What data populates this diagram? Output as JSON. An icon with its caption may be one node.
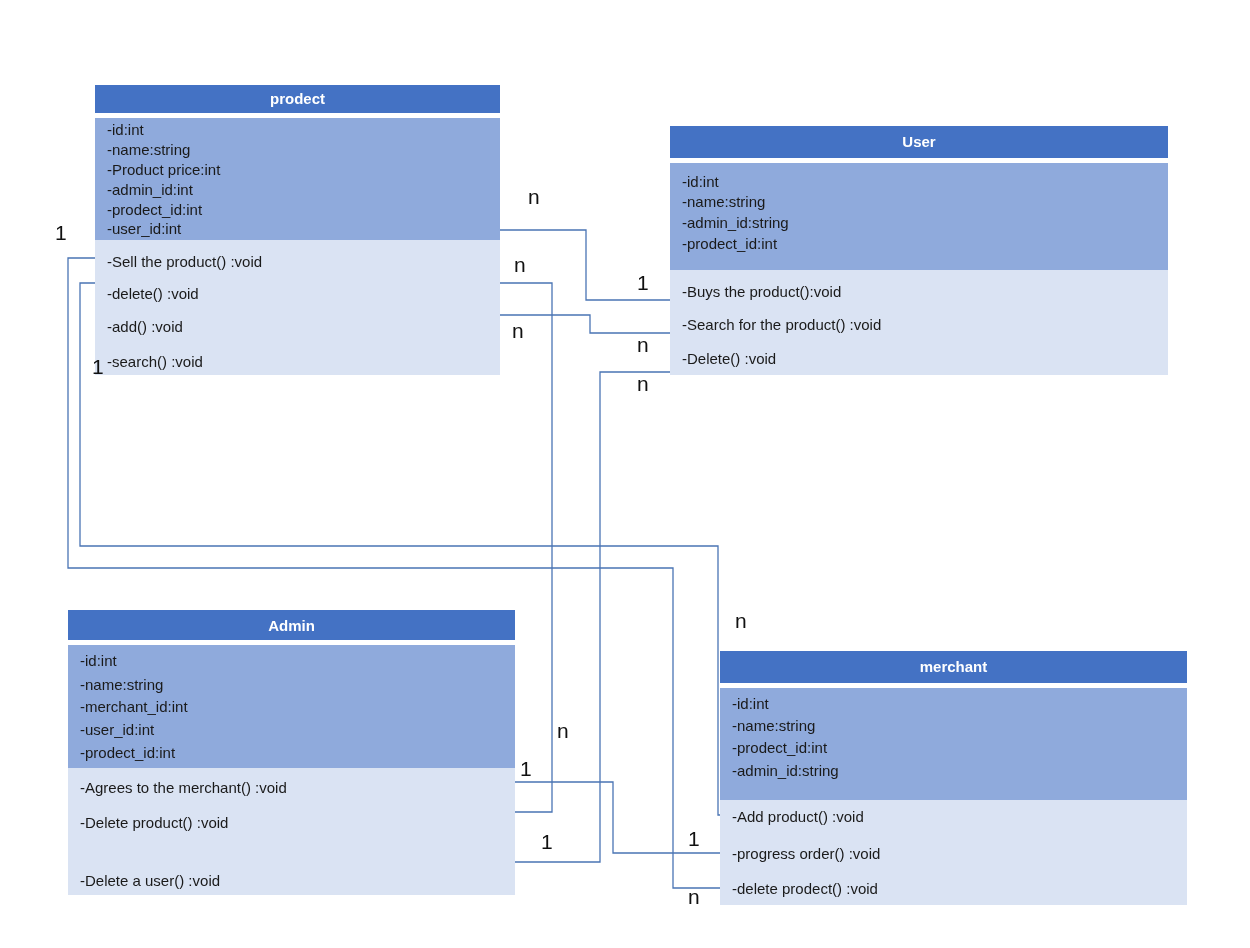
{
  "diagram": {
    "nodes": [
      {
        "text": [
          "prodect",
          "-id:int",
          "-name:string",
          "-Product price:int",
          "-admin_id:int",
          "-prodect_id:int",
          "-user_id:int",
          "-Sell the product()  :void",
          "-delete() :void",
          "-add() :void",
          "-search() :void"
        ]
      },
      {
        "text": [
          "User",
          "-id:int",
          "-name:string",
          "-admin_id:string",
          "-prodect_id:int",
          "-Buys the product():void",
          "-Search for the product()  :void",
          "-Delete() :void"
        ]
      },
      {
        "text": [
          "Admin",
          "-id:int",
          "-name:string",
          "-merchant_id:int",
          "-user_id:int",
          "-prodect_id:int",
          "-Agrees to the merchant() :void",
          "-Delete product() :void",
          "-Delete a user() :void"
        ]
      },
      {
        "text": [
          "merchant",
          "-id:int",
          "-name:string",
          "-prodect_id:int",
          "-admin_id:string",
          "-Add product() :void",
          "-progress  order() :void",
          "-delete prodect() :void"
        ]
      }
    ],
    "edges": [
      {
        "from": 0,
        "to": 1,
        "arrow": "none"
      },
      {
        "from": 0,
        "to": 2,
        "arrow": "none"
      },
      {
        "from": 0,
        "to": 1,
        "arrow": "none"
      },
      {
        "from": 1,
        "to": 2,
        "arrow": "none"
      },
      {
        "from": 0,
        "to": 3,
        "arrow": "none"
      },
      {
        "from": 0,
        "to": 3,
        "arrow": "none"
      },
      {
        "from": 2,
        "to": 3,
        "arrow": "none"
      }
    ],
    "labels": [
      "n",
      "1",
      "n",
      "1",
      "n",
      "n",
      "1",
      "n",
      "n",
      "n",
      "1",
      "1",
      "1",
      "n"
    ]
  }
}
